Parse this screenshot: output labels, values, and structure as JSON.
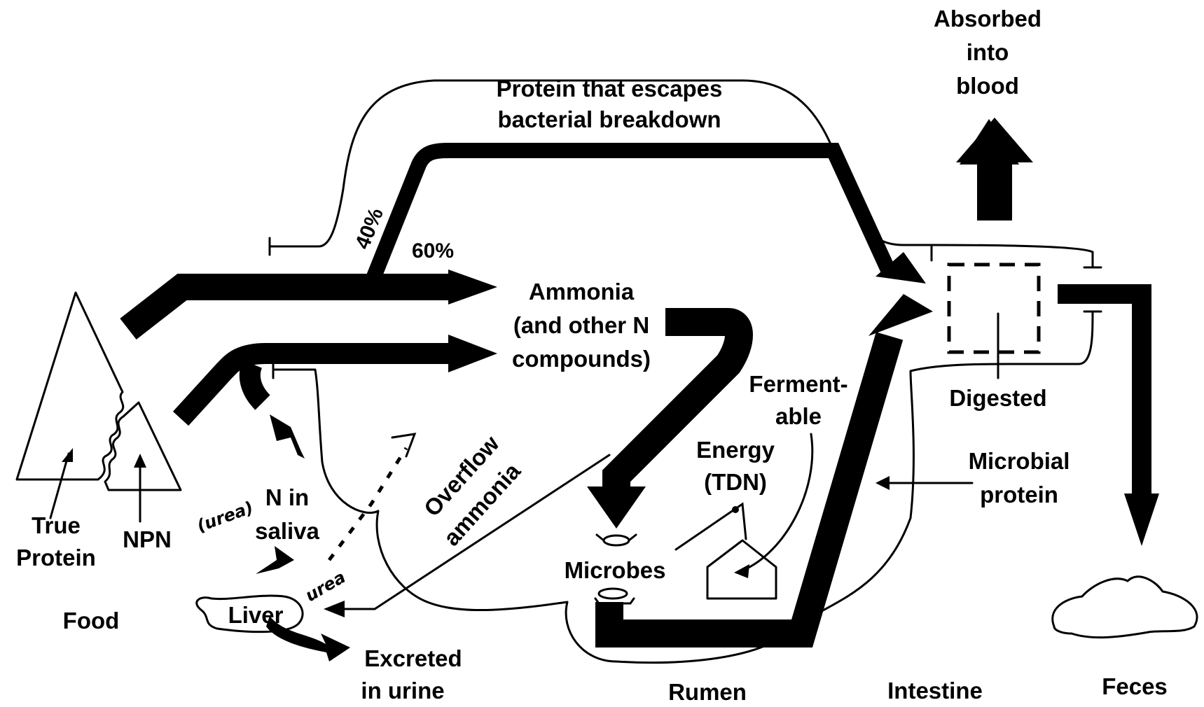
{
  "labels": {
    "absorbed_line1": "Absorbed",
    "absorbed_line2": "into",
    "absorbed_line3": "blood",
    "escape_line1": "Protein that escapes",
    "escape_line2": "bacterial breakdown",
    "pct_40": "40%",
    "pct_60": "60%",
    "ammonia_line1": "Ammonia",
    "ammonia_line2": "(and other N",
    "ammonia_line3": "compounds)",
    "fermentable_line1": "Ferment-",
    "fermentable_line2": "able",
    "energy_line1": "Energy",
    "energy_line2": "(TDN)",
    "digested": "Digested",
    "microbial_line1": "Microbial",
    "microbial_line2": "protein",
    "overflow_line1": "Overflow",
    "overflow_line2": "ammonia",
    "microbes": "Microbes",
    "n_saliva_line1": "N in",
    "n_saliva_line2": "saliva",
    "urea_1": "(urea)",
    "urea_2": "urea",
    "liver": "Liver",
    "excreted_line1": "Excreted",
    "excreted_line2": "in urine",
    "true_protein_line1": "True",
    "true_protein_line2": "Protein",
    "npn": "NPN",
    "food": "Food",
    "rumen": "Rumen",
    "intestine": "Intestine",
    "feces": "Feces"
  }
}
